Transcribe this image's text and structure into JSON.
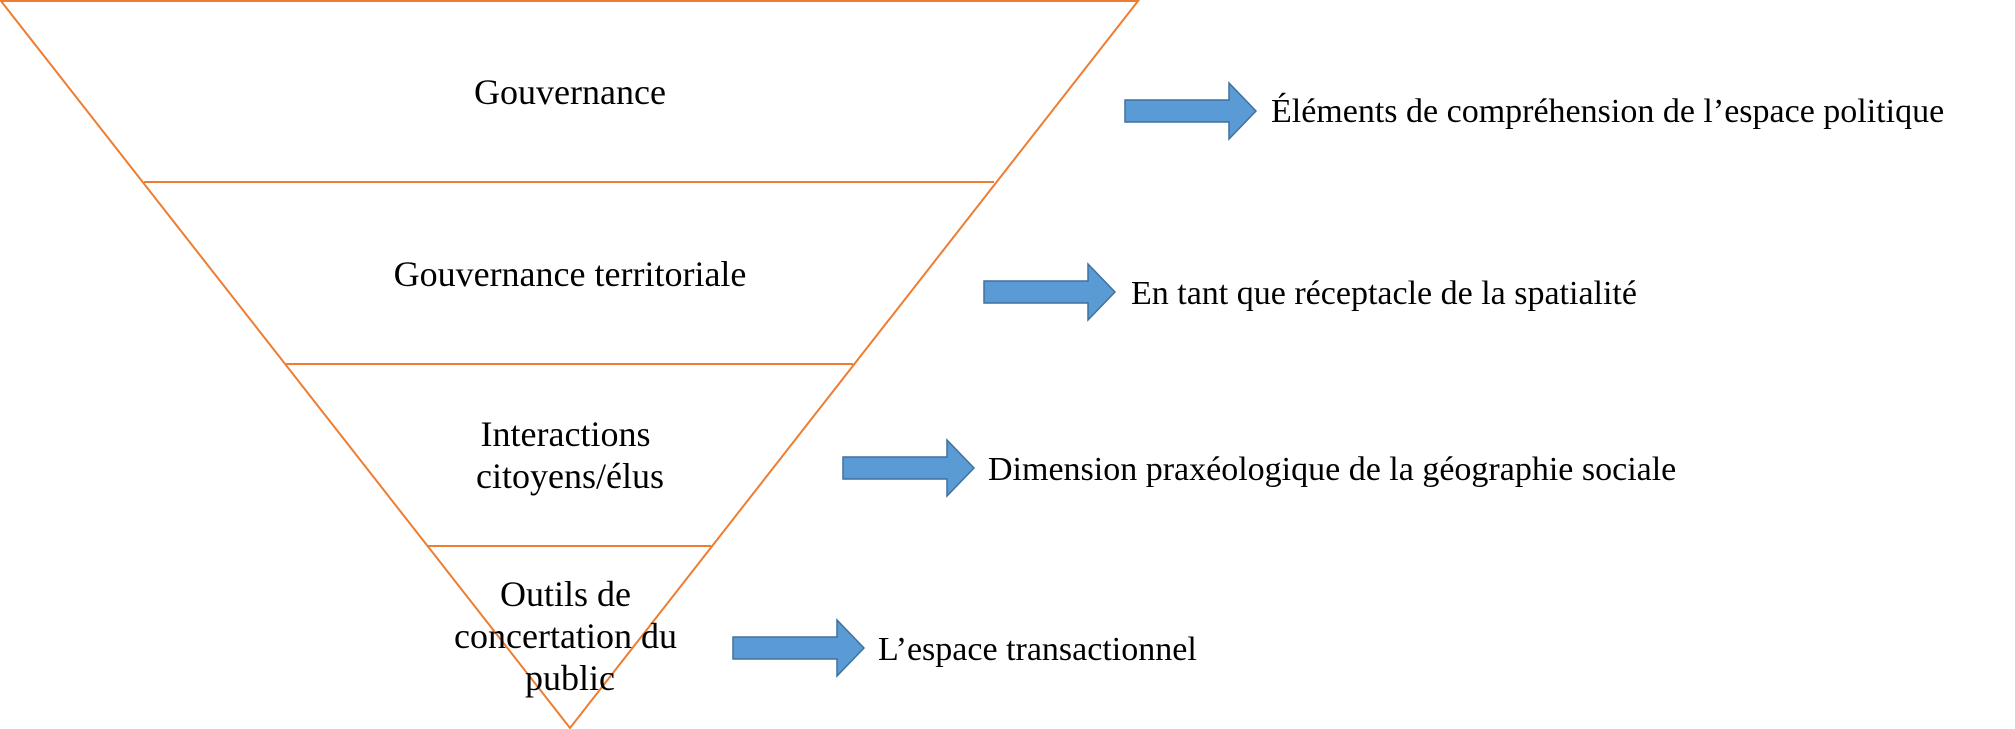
{
  "colors": {
    "funnel_outline": "#ED7D31",
    "arrow_fill": "#5B9BD5",
    "arrow_stroke": "#41719C",
    "text": "#000000"
  },
  "levels": [
    {
      "lines": [
        "Gouvernance"
      ],
      "note": "Éléments de compréhension de l’espace politique"
    },
    {
      "lines": [
        "Gouvernance territoriale"
      ],
      "note": "En tant que réceptacle de la spatialité"
    },
    {
      "lines": [
        "Interactions",
        "citoyens/élus"
      ],
      "note": "Dimension praxéologique de la géographie sociale"
    },
    {
      "lines": [
        "Outils de",
        "concertation du",
        "public"
      ],
      "note": "L’espace transactionnel"
    }
  ]
}
